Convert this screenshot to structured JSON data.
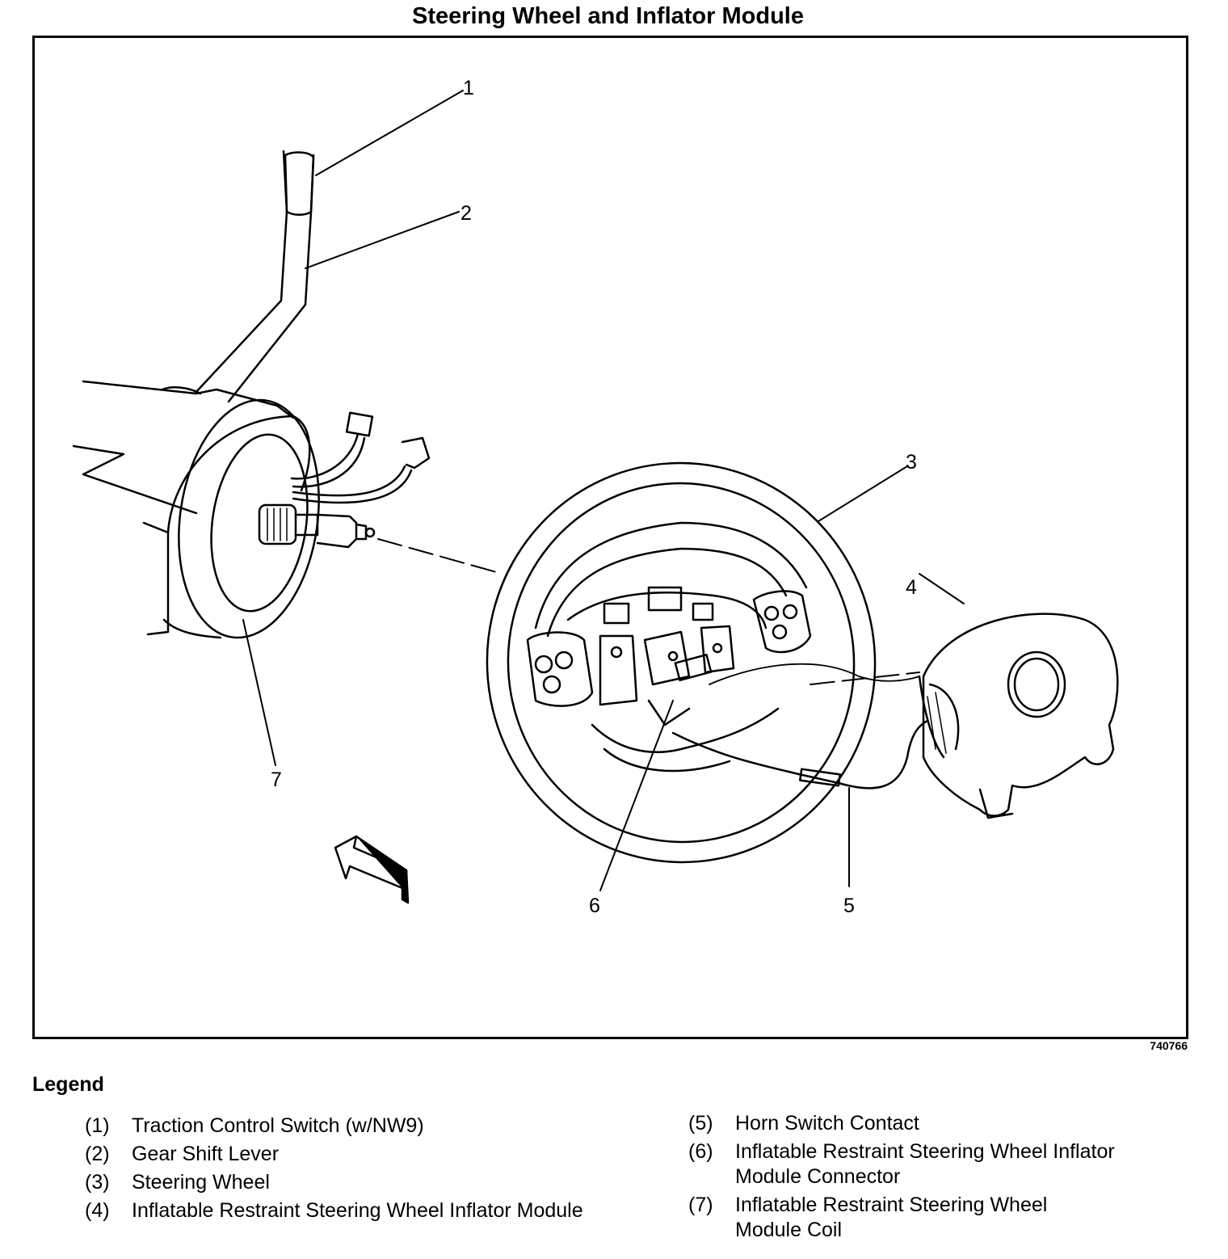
{
  "title": "Steering Wheel and Inflator Module",
  "figure_id": "740766",
  "callouts": [
    "1",
    "2",
    "3",
    "4",
    "5",
    "6",
    "7"
  ],
  "legend": {
    "heading": "Legend",
    "left": [
      {
        "num": "(1)",
        "text": "Traction Control Switch (w/NW9)"
      },
      {
        "num": "(2)",
        "text": "Gear Shift Lever"
      },
      {
        "num": "(3)",
        "text": "Steering Wheel"
      },
      {
        "num": "(4)",
        "text": "Inflatable Restraint Steering Wheel Inflator Module"
      }
    ],
    "right": [
      {
        "num": "(5)",
        "text": "Horn Switch Contact"
      },
      {
        "num": "(6)",
        "text": "Inflatable Restraint Steering Wheel Inflator Module Connector"
      },
      {
        "num": "(7)",
        "text": "Inflatable Restraint Steering Wheel Module Coil"
      }
    ]
  }
}
